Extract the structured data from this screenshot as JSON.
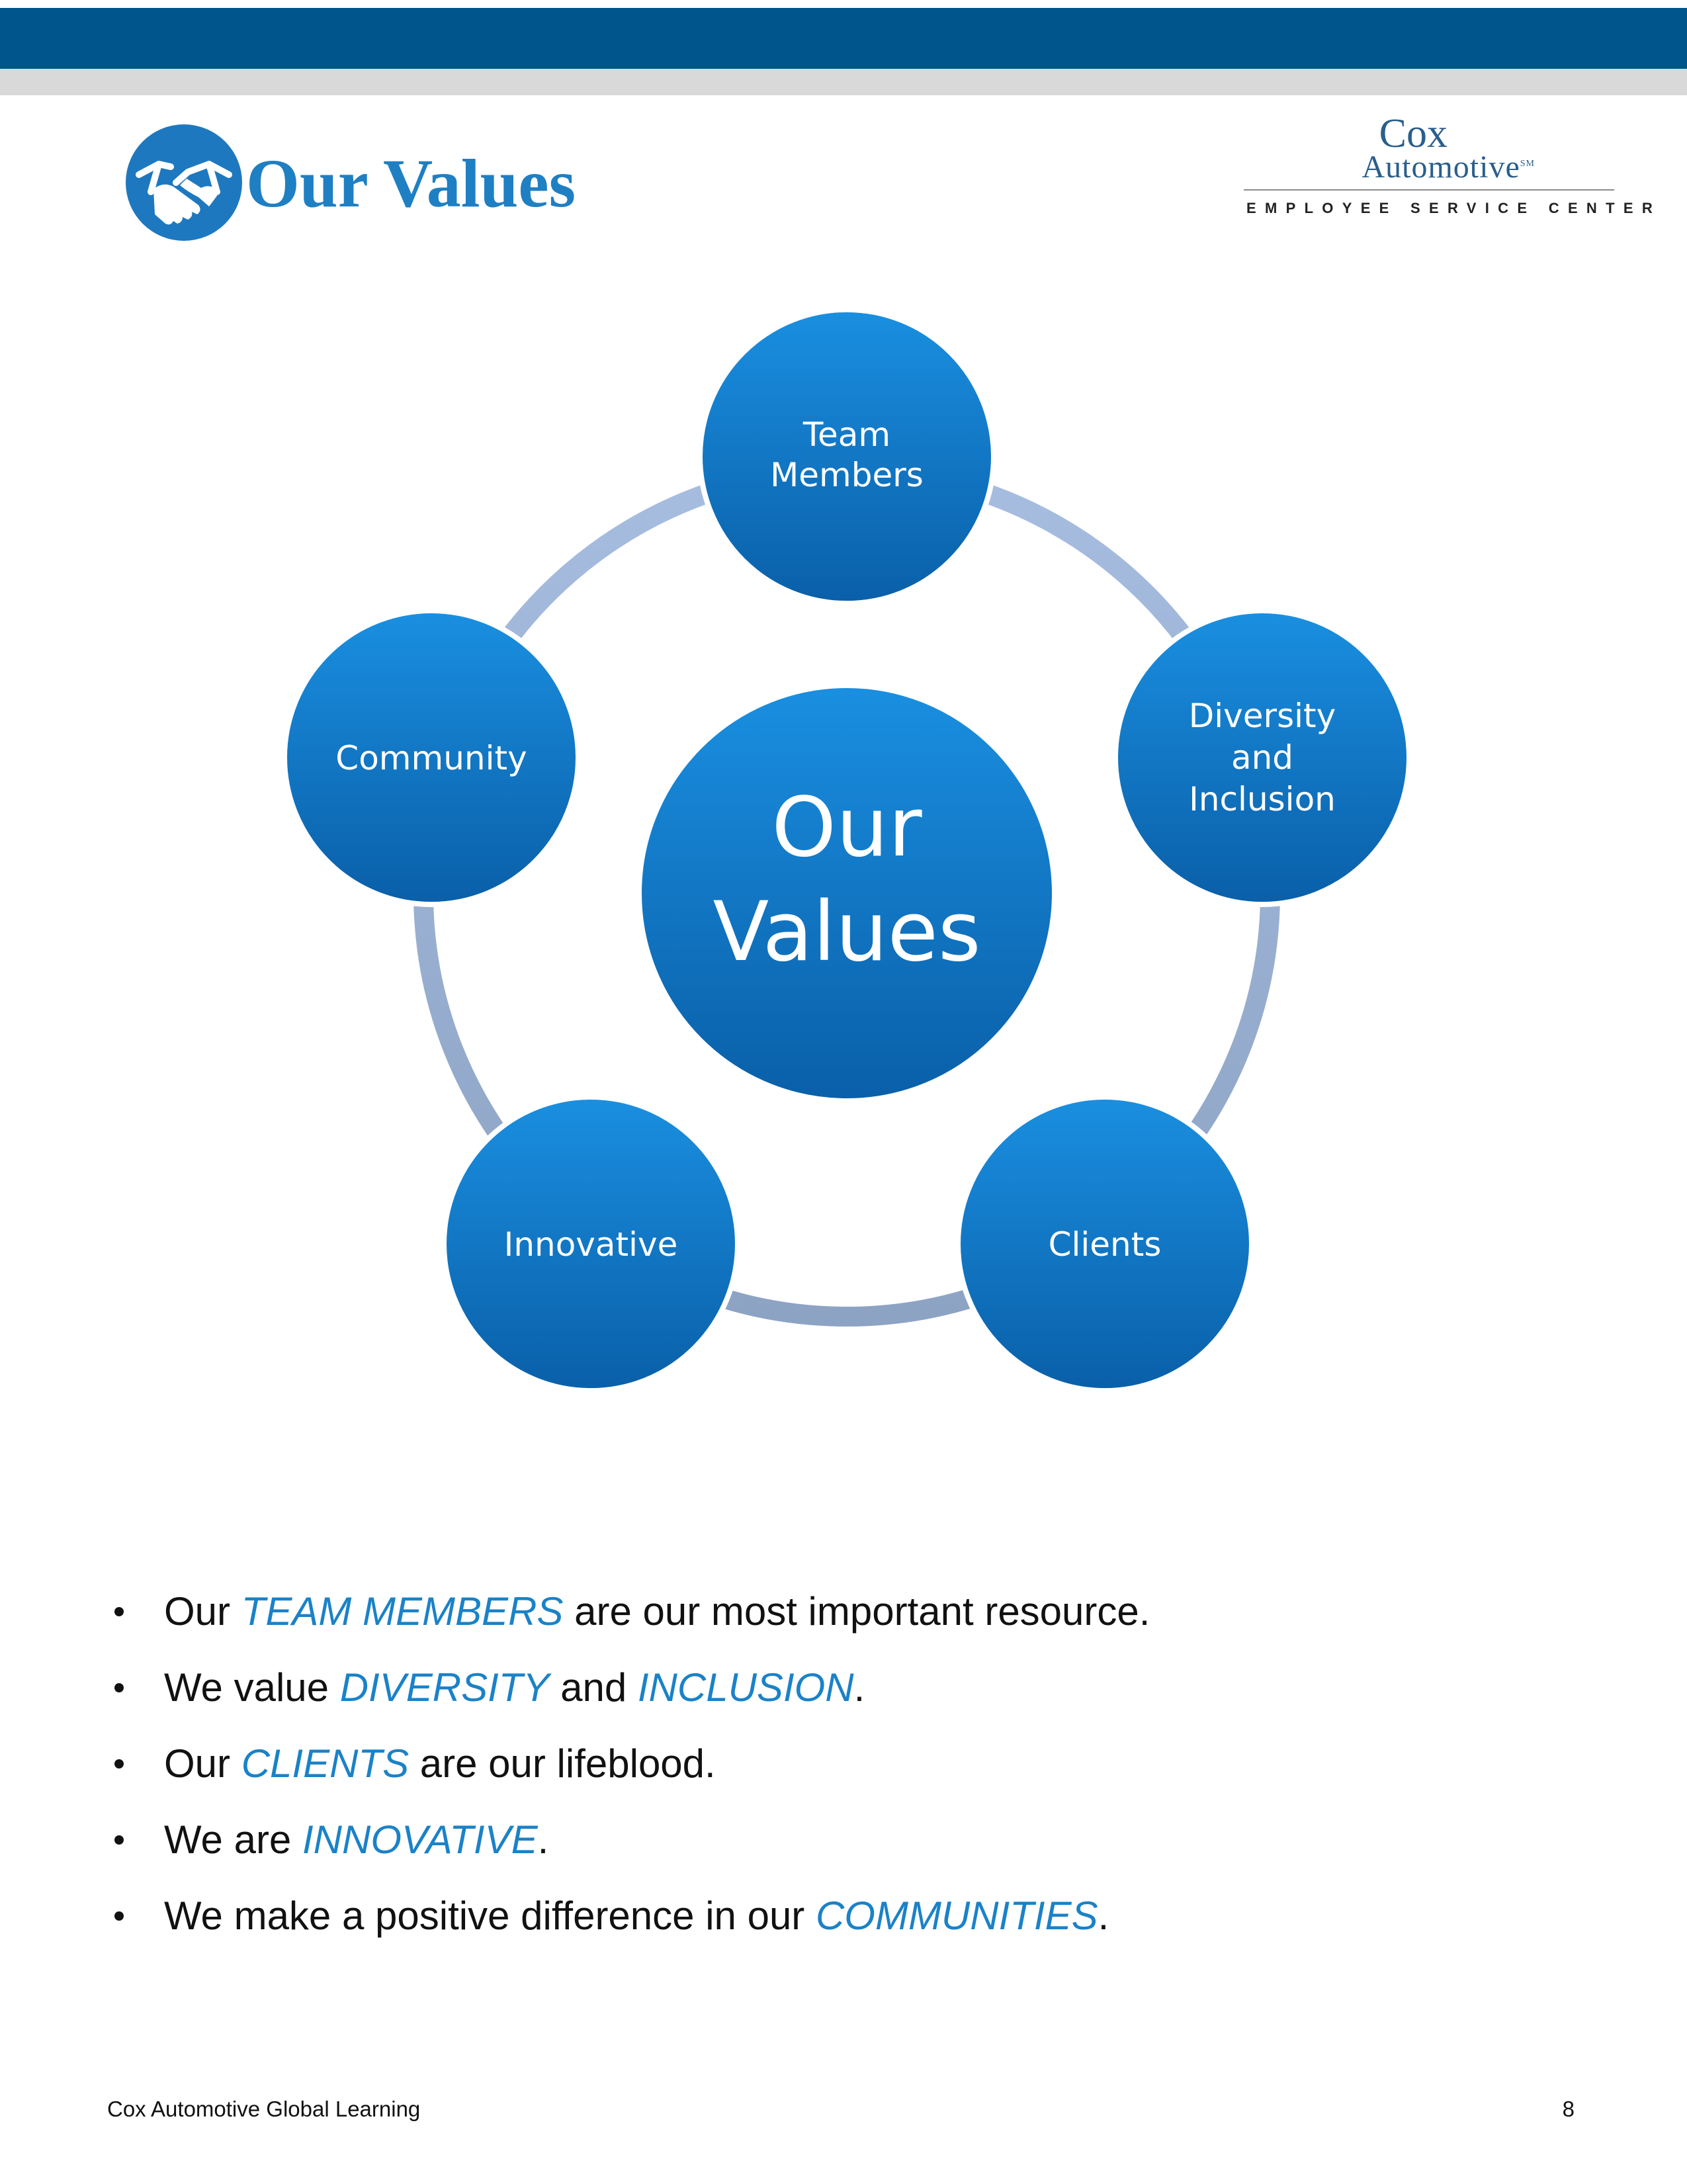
{
  "header": {
    "title": "Our Values",
    "icon": "handshake-icon",
    "brand": {
      "name_line1": "Cox",
      "name_line2": "Automotive",
      "mark": "SM",
      "subtitle": "EMPLOYEE SERVICE CENTER"
    }
  },
  "diagram": {
    "center": [
      "Our",
      "Values"
    ],
    "nodes": [
      {
        "lines": [
          "Team",
          "Members"
        ]
      },
      {
        "lines": [
          "Diversity",
          "and",
          "Inclusion"
        ]
      },
      {
        "lines": [
          "Clients"
        ]
      },
      {
        "lines": [
          "Innovative"
        ]
      },
      {
        "lines": [
          "Community"
        ]
      }
    ]
  },
  "bullets": [
    {
      "before": "Our ",
      "highlight": "TEAM MEMBERS",
      "middle": " are our most important resource.",
      "highlight2": "",
      "after": ""
    },
    {
      "before": "We value ",
      "highlight": "DIVERSITY",
      "middle": " and ",
      "highlight2": "INCLUSION",
      "after": "."
    },
    {
      "before": "Our ",
      "highlight": "CLIENTS",
      "middle": " are our lifeblood.",
      "highlight2": "",
      "after": ""
    },
    {
      "before": "We are ",
      "highlight": "INNOVATIVE",
      "middle": ".",
      "highlight2": "",
      "after": ""
    },
    {
      "before": "We make a positive difference in our ",
      "highlight": "COMMUNITIES",
      "middle": ".",
      "highlight2": "",
      "after": ""
    }
  ],
  "footer": {
    "left": "Cox Automotive Global Learning",
    "page": "8"
  },
  "colors": {
    "header_band": "#00558c",
    "header_grey": "#d9d9d9",
    "title_blue": "#1f7fc3",
    "highlight_blue": "#1a82c8",
    "node_top": "#1a8fe0",
    "node_bottom": "#0a5fa8",
    "ring": "#9fb4d6"
  }
}
